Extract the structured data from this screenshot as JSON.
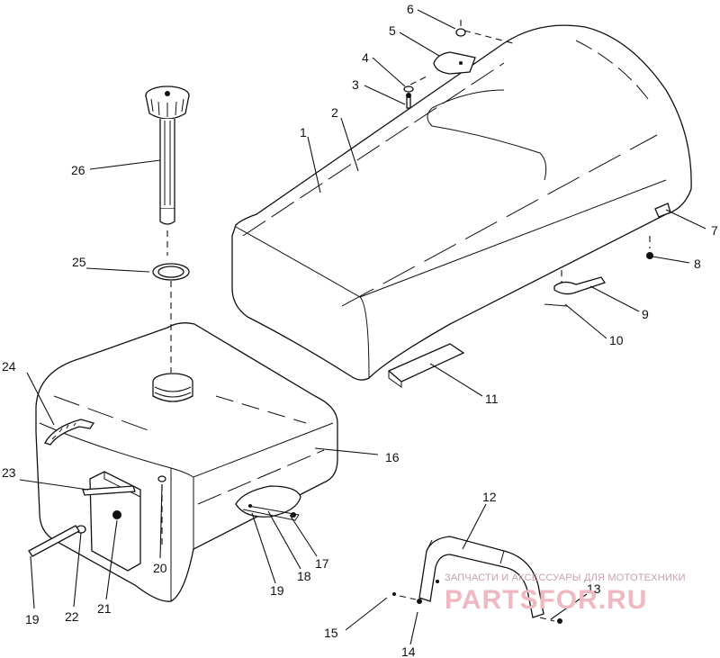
{
  "diagram": {
    "callouts": [
      "1",
      "2",
      "3",
      "4",
      "5",
      "6",
      "7",
      "8",
      "9",
      "10",
      "11",
      "12",
      "13",
      "14",
      "15",
      "16",
      "17",
      "18",
      "19",
      "20",
      "21",
      "22",
      "23",
      "24",
      "25",
      "26",
      "19"
    ]
  },
  "watermark": {
    "caption": "ЗАПЧАСТИ И АКСЕССУАРЫ ДЛЯ МОТОТЕХНИКИ",
    "logo_text": "PARTSFOR.RU"
  }
}
